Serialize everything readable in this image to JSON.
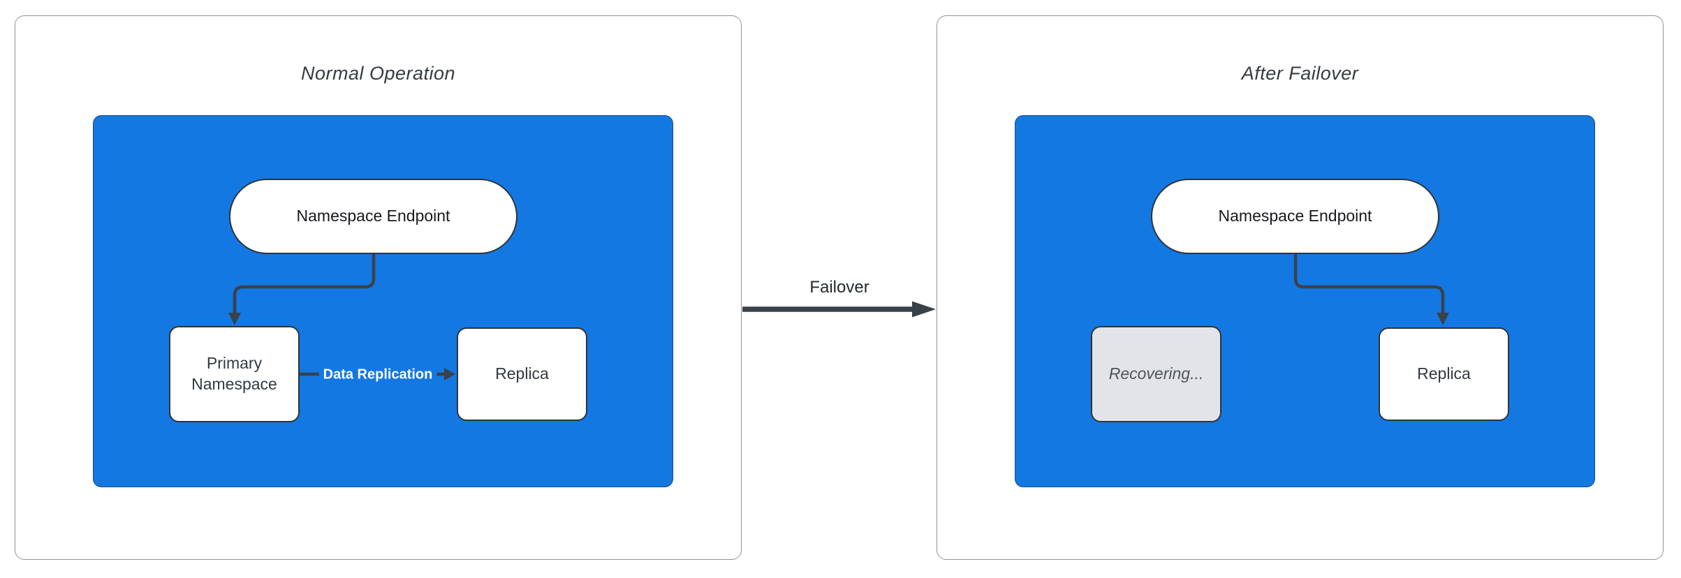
{
  "diagram": {
    "panels": [
      {
        "title": "Normal Operation",
        "nodes": {
          "endpoint": "Namespace Endpoint",
          "left_node": "Primary Namespace",
          "right_node": "Replica"
        },
        "edge_label": "Data Replication"
      },
      {
        "title": "After Failover",
        "nodes": {
          "endpoint": "Namespace Endpoint",
          "left_node": "Recovering...",
          "right_node": "Replica"
        }
      }
    ],
    "failover_label": "Failover",
    "colors": {
      "container_fill": "#1378E2",
      "node_fill": "#FFFFFF",
      "node_border": "#2E343B",
      "edge_stroke": "#3A4149",
      "node_text": "#333A41",
      "pill_text": "#16191D",
      "recovering_fill": "#E2E4E7",
      "recovering_text": "#4D545B",
      "title_text": "#343B41",
      "panel_border": "#8F9499",
      "edge_label_text": "#FFFFFF",
      "failover_text": "#24292F"
    }
  }
}
